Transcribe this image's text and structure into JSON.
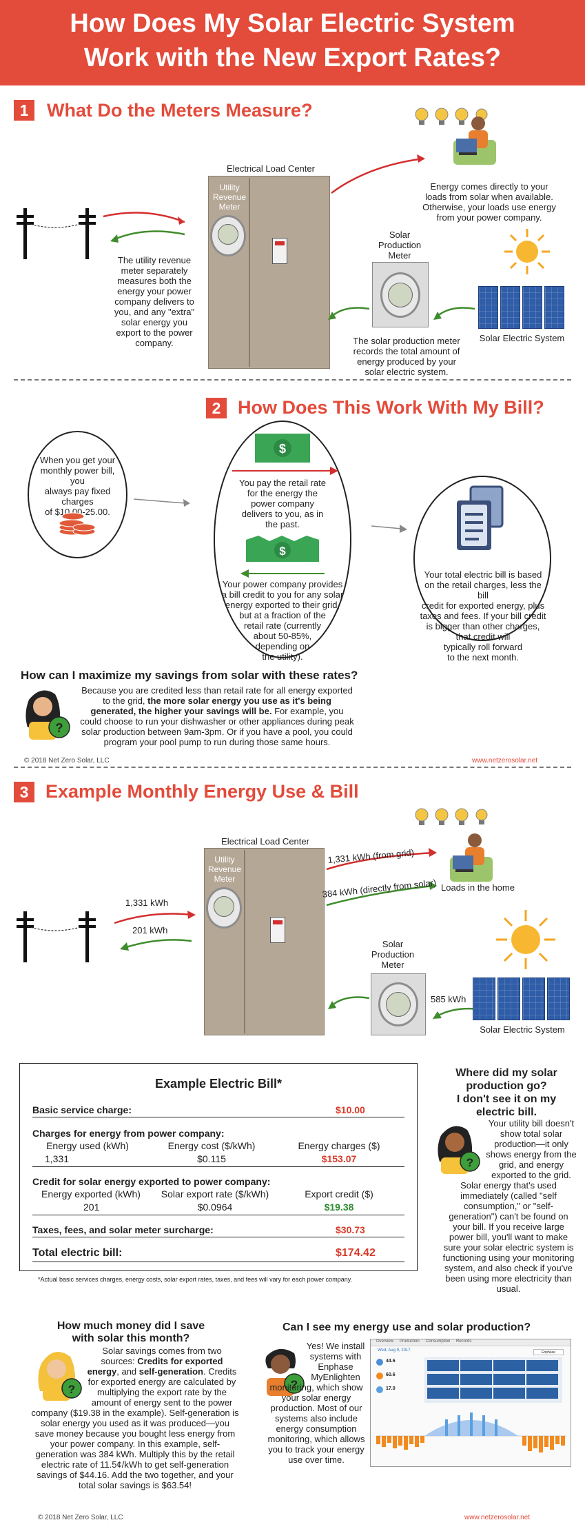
{
  "header": {
    "title_line1": "How Does My Solar Electric System",
    "title_line2": "Work with the New Export Rates?"
  },
  "section1": {
    "number": "1",
    "title": "What Do the Meters Measure?",
    "load_center_label": "Electrical Load Center",
    "utility_meter_label": [
      "Utility",
      "Revenue",
      "Meter"
    ],
    "utility_meter_caption": [
      "The utility revenue",
      "meter separately",
      "measures both the",
      "energy your power",
      "company delivers to",
      "you, and any \"extra\"",
      "solar energy you",
      "export to the power",
      "company."
    ],
    "loads_caption": [
      "Energy comes directly to your",
      "loads from solar when available.",
      "Otherwise, your loads use energy",
      "from your power company."
    ],
    "solar_meter_label": [
      "Solar",
      "Production",
      "Meter"
    ],
    "solar_meter_caption": [
      "The solar production meter",
      "records the total amount of",
      "energy produced by your",
      "solar electric system."
    ],
    "solar_system_label": "Solar Electric System"
  },
  "section2": {
    "number": "2",
    "title": "How Does This Work With My Bill?",
    "fixed_caption": [
      "When you get your",
      "monthly power bill, you",
      "always pay fixed charges",
      "of $10.00-25.00."
    ],
    "retail_caption": [
      "You pay the retail rate",
      "for the energy the",
      "power company",
      "delivers to you, as in",
      "the past."
    ],
    "credit_caption": [
      "Your power company provides",
      "a bill credit to you for any solar",
      "energy exported to their grid,",
      "but at a fraction of the",
      "retail rate (currently",
      "about 50-85%,",
      "depending on",
      "the utility)."
    ],
    "total_caption": [
      "Your total electric bill is based",
      "on the retail charges, less the bill",
      "credit for exported energy, plus",
      "taxes and fees. If your bill credit",
      "is bigger than other charges,",
      "that credit will",
      "typically roll forward",
      "to the next month."
    ],
    "maximize_title": "How can I maximize my savings from solar with these rates?",
    "maximize_text_1": "Because you are credited less than retail rate for all energy exported to the grid, ",
    "maximize_text_bold": "the more solar energy you use as it's being generated, the higher your savings will be.",
    "maximize_text_2": " For example, you could choose to run your dishwasher or other appliances during peak solar production between 9am-3pm. Or if you have a pool, you could program your pool pump to run during those same hours.",
    "copyright": "© 2018 Net Zero Solar, LLC",
    "website": "www.netzerosolar.net"
  },
  "section3": {
    "number": "3",
    "title": "Example Monthly Energy Use & Bill",
    "load_center_label": "Electrical Load Center",
    "utility_meter_label": [
      "Utility",
      "Revenue",
      "Meter"
    ],
    "grid_in": "1,331 kWh",
    "grid_out": "201 kWh",
    "from_grid": "1,331 kWh (from grid)",
    "from_solar": "384 kWh (directly from solar)",
    "loads_label": "Loads in the home",
    "solar_meter_label": [
      "Solar",
      "Production",
      "Meter"
    ],
    "solar_kwh": "585 kWh",
    "solar_system_label": "Solar Electric System"
  },
  "bill": {
    "title": "Example Electric Bill*",
    "basic_label": "Basic service charge:",
    "basic_value": "$10.00",
    "charges_heading": "Charges for energy from power company:",
    "charges_cols": [
      "Energy used (kWh)",
      "Energy cost ($/kWh)",
      "Energy charges ($)"
    ],
    "charges_vals": [
      "1,331",
      "$0.115",
      "$153.07"
    ],
    "credit_heading": "Credit for solar energy exported to power company:",
    "credit_cols": [
      "Energy exported (kWh)",
      "Solar export rate ($/kWh)",
      "Export credit ($)"
    ],
    "credit_vals": [
      "201",
      "$0.0964",
      "$19.38"
    ],
    "taxes_label": "Taxes, fees, and solar meter surcharge:",
    "taxes_value": "$30.73",
    "total_label": "Total electric bill:",
    "total_value": "$174.42",
    "footnote": "*Actual basic services charges, energy costs, solar export rates, taxes, and fees will vary for each power company."
  },
  "where": {
    "title": [
      "Where did my solar",
      "production go?",
      "I don't see it on my",
      "electric bill."
    ],
    "text": "Your utility bill doesn't show total solar production—it only shows energy from the grid, and energy exported to the grid. Solar energy that's used immediately (called \"self consumption,\" or \"self-generation\") can't be found on your bill. If you receive large power bill, you'll want to make sure your solar electric system is functioning using your monitoring system, and also check if you've been using more electricity than usual."
  },
  "savings": {
    "title": [
      "How much money did I save",
      "with solar this month?"
    ],
    "text_1": "Solar savings comes from two sources: ",
    "text_bold_1": "Credits for exported energy",
    "text_2": ", and ",
    "text_bold_2": "self-generation",
    "text_3": ". Credits for exported energy are calculated by multiplying the export rate by the amount of energy sent to the power company ($19.38 in the example). Self-generation is solar energy you used as it was produced—you save money because you bought less energy from your power company. In this example, self-generation was 384 kWh. Multiply this by the retail electric rate of 11.5¢/kWh to get self-generation savings of $44.16. Add the two together, and your total solar savings is $63.54!"
  },
  "monitor": {
    "title": "Can I see my energy use and solar production?",
    "text": "Yes! We install systems with Enphase MyEnlighten monitoring, which show your solar energy production. Most of our systems also include energy consumption monitoring, which allows you to track your energy use over time.",
    "screen_tabs": [
      "Overview",
      "Production",
      "Consumption",
      "Records"
    ],
    "screen_date": "Wed, Aug 9, 2017",
    "screen_values": [
      "44.6",
      "60.6",
      "17.0"
    ],
    "screen_badge": "Enphase"
  },
  "footer": {
    "copyright": "© 2018 Net Zero Solar, LLC",
    "website": "www.netzerosolar.net"
  },
  "colors": {
    "accent_red": "#e34b3b",
    "arrow_red": "#d42e2e",
    "arrow_green": "#3f8c2c",
    "panel_blue": "#2f5da8"
  }
}
